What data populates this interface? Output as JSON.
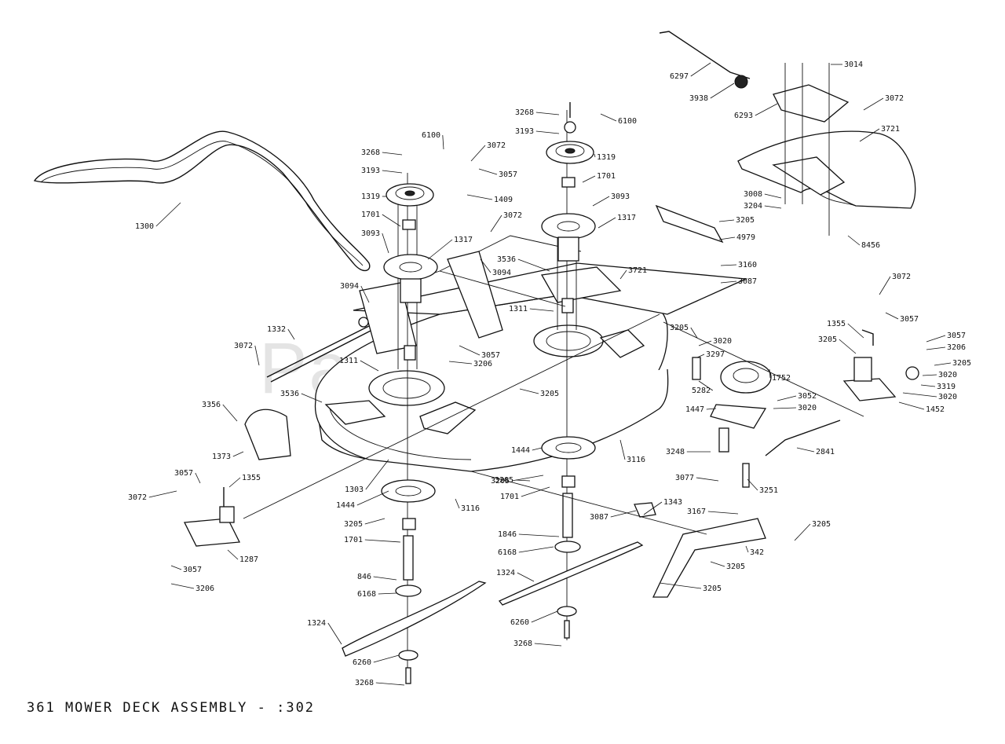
{
  "caption": "361 MOWER DECK ASSEMBLY - :302",
  "watermark": "PartsTree",
  "labels": [
    {
      "id": "l01",
      "text": "6297"
    },
    {
      "id": "l02",
      "text": "3938"
    },
    {
      "id": "l03",
      "text": "6293"
    },
    {
      "id": "l04",
      "text": "3014"
    },
    {
      "id": "l05",
      "text": "3072"
    },
    {
      "id": "l06",
      "text": "3721"
    },
    {
      "id": "l07",
      "text": "3008"
    },
    {
      "id": "l08",
      "text": "3204"
    },
    {
      "id": "l09",
      "text": "8456"
    },
    {
      "id": "l10",
      "text": "3268"
    },
    {
      "id": "l11",
      "text": "3193"
    },
    {
      "id": "l12",
      "text": "6100"
    },
    {
      "id": "l13",
      "text": "1319"
    },
    {
      "id": "l14",
      "text": "1701"
    },
    {
      "id": "l15",
      "text": "3093"
    },
    {
      "id": "l16",
      "text": "1317"
    },
    {
      "id": "l17",
      "text": "3268"
    },
    {
      "id": "l18",
      "text": "3193"
    },
    {
      "id": "l19",
      "text": "6100"
    },
    {
      "id": "l20",
      "text": "3072"
    },
    {
      "id": "l21",
      "text": "3057"
    },
    {
      "id": "l22",
      "text": "1319"
    },
    {
      "id": "l23",
      "text": "1409"
    },
    {
      "id": "l24",
      "text": "1701"
    },
    {
      "id": "l25",
      "text": "3072"
    },
    {
      "id": "l26",
      "text": "3093"
    },
    {
      "id": "l27",
      "text": "1317"
    },
    {
      "id": "l28",
      "text": "3094"
    },
    {
      "id": "l29",
      "text": "1300"
    },
    {
      "id": "l30",
      "text": "3536"
    },
    {
      "id": "l31",
      "text": "3721"
    },
    {
      "id": "l32",
      "text": "1311"
    },
    {
      "id": "l33",
      "text": "3094"
    },
    {
      "id": "l34",
      "text": "1332"
    },
    {
      "id": "l35",
      "text": "3072"
    },
    {
      "id": "l36",
      "text": "1311"
    },
    {
      "id": "l37",
      "text": "3057"
    },
    {
      "id": "l38",
      "text": "3206"
    },
    {
      "id": "l39",
      "text": "3536"
    },
    {
      "id": "l40",
      "text": "3205"
    },
    {
      "id": "l41",
      "text": "3356"
    },
    {
      "id": "l42",
      "text": "1373"
    },
    {
      "id": "l43",
      "text": "3057"
    },
    {
      "id": "l44",
      "text": "1355"
    },
    {
      "id": "l45",
      "text": "3072"
    },
    {
      "id": "l46",
      "text": "1303"
    },
    {
      "id": "l47",
      "text": "1444"
    },
    {
      "id": "l48",
      "text": "3205"
    },
    {
      "id": "l49",
      "text": "3205"
    },
    {
      "id": "l50",
      "text": "1701"
    },
    {
      "id": "l51",
      "text": "1287"
    },
    {
      "id": "l52",
      "text": "3057"
    },
    {
      "id": "l53",
      "text": "3206"
    },
    {
      "id": "l54",
      "text": "846"
    },
    {
      "id": "l55",
      "text": "6168"
    },
    {
      "id": "l56",
      "text": "1324"
    },
    {
      "id": "l57",
      "text": "6260"
    },
    {
      "id": "l58",
      "text": "3268"
    },
    {
      "id": "l59",
      "text": "3116"
    },
    {
      "id": "l60",
      "text": "1444"
    },
    {
      "id": "l61",
      "text": "3205"
    },
    {
      "id": "l62",
      "text": "1701"
    },
    {
      "id": "l63",
      "text": "3116"
    },
    {
      "id": "l64",
      "text": "1846"
    },
    {
      "id": "l65",
      "text": "6168"
    },
    {
      "id": "l66",
      "text": "1324"
    },
    {
      "id": "l67",
      "text": "6260"
    },
    {
      "id": "l68",
      "text": "3268"
    },
    {
      "id": "l69",
      "text": "3205"
    },
    {
      "id": "l70",
      "text": "4979"
    },
    {
      "id": "l71",
      "text": "3160"
    },
    {
      "id": "l72",
      "text": "3087"
    },
    {
      "id": "l73",
      "text": "3205"
    },
    {
      "id": "l74",
      "text": "3020"
    },
    {
      "id": "l75",
      "text": "3297"
    },
    {
      "id": "l76",
      "text": "1752"
    },
    {
      "id": "l77",
      "text": "5282"
    },
    {
      "id": "l78",
      "text": "3052"
    },
    {
      "id": "l79",
      "text": "1447"
    },
    {
      "id": "l80",
      "text": "3020"
    },
    {
      "id": "l81",
      "text": "3248"
    },
    {
      "id": "l82",
      "text": "2841"
    },
    {
      "id": "l83",
      "text": "3077"
    },
    {
      "id": "l84",
      "text": "3251"
    },
    {
      "id": "l85",
      "text": "1343"
    },
    {
      "id": "l86",
      "text": "3087"
    },
    {
      "id": "l87",
      "text": "3167"
    },
    {
      "id": "l88",
      "text": "3205"
    },
    {
      "id": "l89",
      "text": "342"
    },
    {
      "id": "l90",
      "text": "3205"
    },
    {
      "id": "l91",
      "text": "3205"
    },
    {
      "id": "l92",
      "text": "3072"
    },
    {
      "id": "l93",
      "text": "1355"
    },
    {
      "id": "l94",
      "text": "3057"
    },
    {
      "id": "l95",
      "text": "3205"
    },
    {
      "id": "l96",
      "text": "3057"
    },
    {
      "id": "l97",
      "text": "3206"
    },
    {
      "id": "l98",
      "text": "3205"
    },
    {
      "id": "l99",
      "text": "3020"
    },
    {
      "id": "l100",
      "text": "3319"
    },
    {
      "id": "l101",
      "text": "3020"
    },
    {
      "id": "l102",
      "text": "1452"
    }
  ]
}
